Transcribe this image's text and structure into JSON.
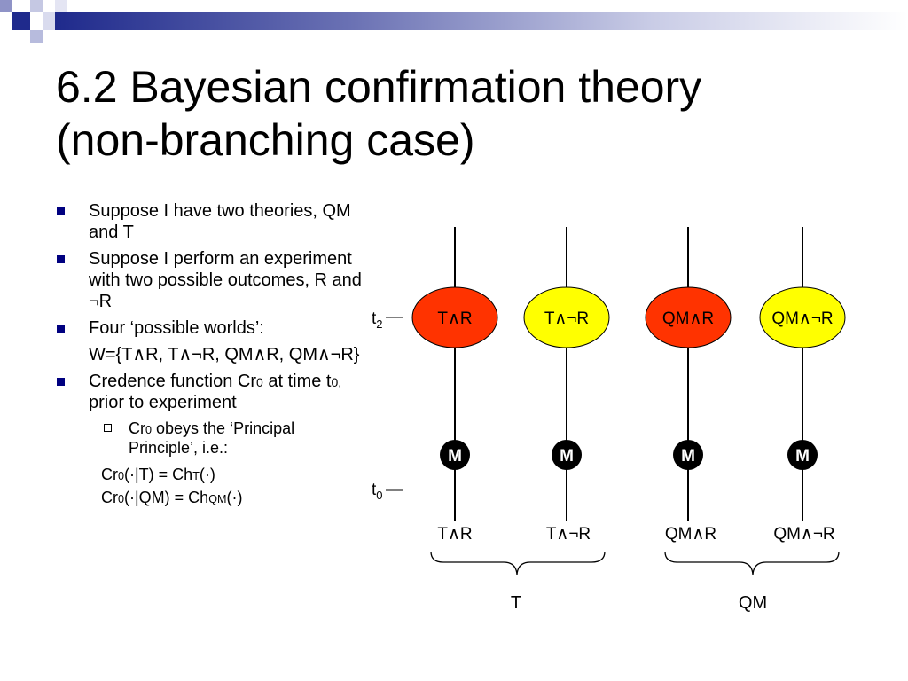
{
  "slide": {
    "title_line1": "6.2 Bayesian confirmation theory",
    "title_line2": "(non-branching case)"
  },
  "bullets": {
    "b1": "Suppose I have two theories, QM and T",
    "b2": "Suppose I perform an experiment with two possible outcomes, R and ¬R",
    "b3": "Four ‘possible worlds’:",
    "b3_cont": "W={T∧R, T∧¬R, QM∧R, QM∧¬R}",
    "b4_a": "Credence function Cr",
    "b4_sub": "0",
    "b4_b": " at time t",
    "b4_sub2": "0,",
    "b4_c": " prior to experiment",
    "s1_a": "Cr",
    "s1_sub": "0",
    "s1_b": " obeys the ‘Principal Principle’, i.e.:",
    "f1_a": "Cr",
    "f1_sub": "0",
    "f1_b": "(·|T) = Ch",
    "f1_sub2": "T",
    "f1_c": "(·)",
    "f2_a": "Cr",
    "f2_sub": "0",
    "f2_b": "(·|QM) = Ch",
    "f2_sub2": "QM",
    "f2_c": "(·)"
  },
  "diagram": {
    "t2_main": "t",
    "t2_sub": "2",
    "t0_main": "t",
    "t0_sub": "0",
    "measure_label": "M",
    "worlds": [
      "T∧R",
      "T∧¬R",
      "QM∧R",
      "QM∧¬R"
    ],
    "bottom_labels": [
      "T∧R",
      "T∧¬R",
      "QM∧R",
      "QM∧¬R"
    ],
    "group_t": "T",
    "group_qm": "QM",
    "colors": {
      "red_node": "#ff3300",
      "yellow_node": "#ffff00",
      "m_node": "#000000"
    }
  }
}
